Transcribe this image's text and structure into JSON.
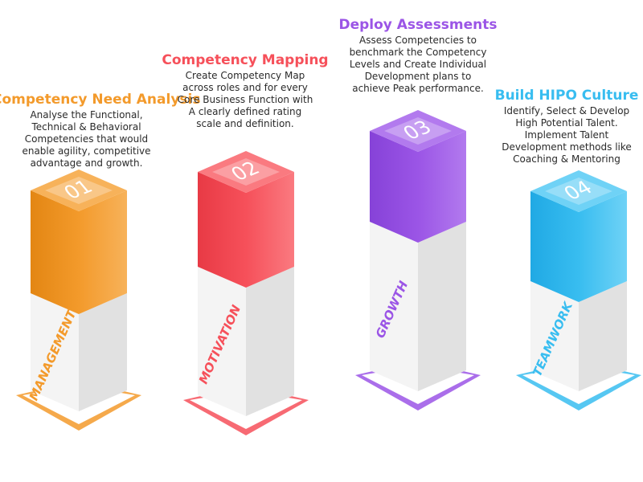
{
  "steps": [
    {
      "number": "01",
      "title": "Competency Need Analysis",
      "description": "Analyse the Functional,\nTechnical & Behavioral\nCompetencies that would\nenable agility, competitive\nadvantage and growth.",
      "pillar_label": "MANAGEMENT",
      "color": "#F39A2B",
      "color_dark": "#E38613",
      "color_light": "#F7B25A"
    },
    {
      "number": "02",
      "title": "Competency Mapping",
      "description": "Create Competency Map\nacross roles and for every\nCore Business Function with\nA clearly defined rating\nscale and definition.",
      "pillar_label": "MOTIVATION",
      "color": "#F6505A",
      "color_dark": "#E83A45",
      "color_light": "#FA7A80"
    },
    {
      "number": "03",
      "title": "Deploy Assessments",
      "description": "Assess Competencies to\nbenchmark the Competency\nLevels and Create Individual\nDevelopment plans to\nachieve Peak performance.",
      "pillar_label": "GROWTH",
      "color": "#9B55E6",
      "color_dark": "#8642D8",
      "color_light": "#B27AEE"
    },
    {
      "number": "04",
      "title": "Build HIPO Culture",
      "description": "Identify, Select & Develop\nHigh Potential Talent.\nImplement Talent\nDevelopment methods like\nCoaching & Mentoring",
      "pillar_label": "TEAMWORK",
      "color": "#38BDF0",
      "color_dark": "#20A9E4",
      "color_light": "#6FD2F6"
    }
  ]
}
